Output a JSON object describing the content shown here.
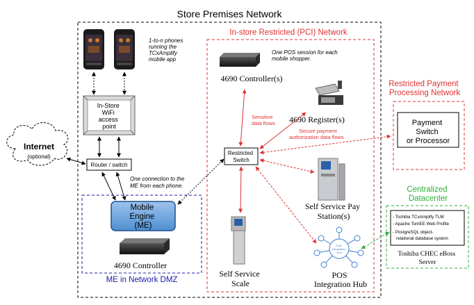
{
  "title": "Store Premises Network",
  "pci_zone_label": "In-store Restricted (PCI) Network",
  "dmz_label": "ME in Network DMZ",
  "payment_network_label": [
    "Restricted Payment",
    "Processing Network"
  ],
  "datacenter_label": [
    "Centralized",
    "Datacenter"
  ],
  "phones_note": [
    "1-to-n phones",
    "running the",
    "TCxAmplify",
    "mobile app"
  ],
  "wifi_label": [
    "In-Store",
    "WiFi",
    "access",
    "point"
  ],
  "internet_label": "Internet",
  "internet_sub": "(optional)",
  "router_label": "Router / switch",
  "me_note": [
    "One connection to the",
    "ME from each phone."
  ],
  "me_label": [
    "Mobile",
    "Engine",
    "(ME)"
  ],
  "dmz_controller_label": "4690 Controller",
  "controllers_label": "4690 Controller(s)",
  "pos_session_note": [
    "One POS session for each",
    "mobile shopper."
  ],
  "register_label": "4690 Register(s)",
  "restricted_switch_label": [
    "Restricted",
    "Switch"
  ],
  "sensitive_flows": [
    "Sensitive",
    "data flows"
  ],
  "secure_flows": [
    "Secure payment",
    "authorization data flows"
  ],
  "payment_switch_label": [
    "Payment",
    "Switch",
    "or Processor"
  ],
  "pay_station_label": [
    "Self Service Pay",
    "Station(s)"
  ],
  "scale_label": [
    "Self Service",
    "Scale"
  ],
  "hub_label": [
    "POS",
    "Integration Hub"
  ],
  "hub_icon_text": [
    "POS",
    "Integration",
    "Hub"
  ],
  "server_lines": [
    "- Toshiba TCxAmplify TLM",
    "- Apache TomEE Web Profile",
    "- PostgreSQL object-",
    "relational database system"
  ],
  "server_label": [
    "Toshiba CHEC eBoss",
    "Server"
  ],
  "colors": {
    "pci_red": "#e03030",
    "dmz_blue": "#1a1aa8",
    "datacenter_green": "#2fae3a",
    "me_fill": "#5b9bd5",
    "hub_blue": "#3d7fd6"
  }
}
